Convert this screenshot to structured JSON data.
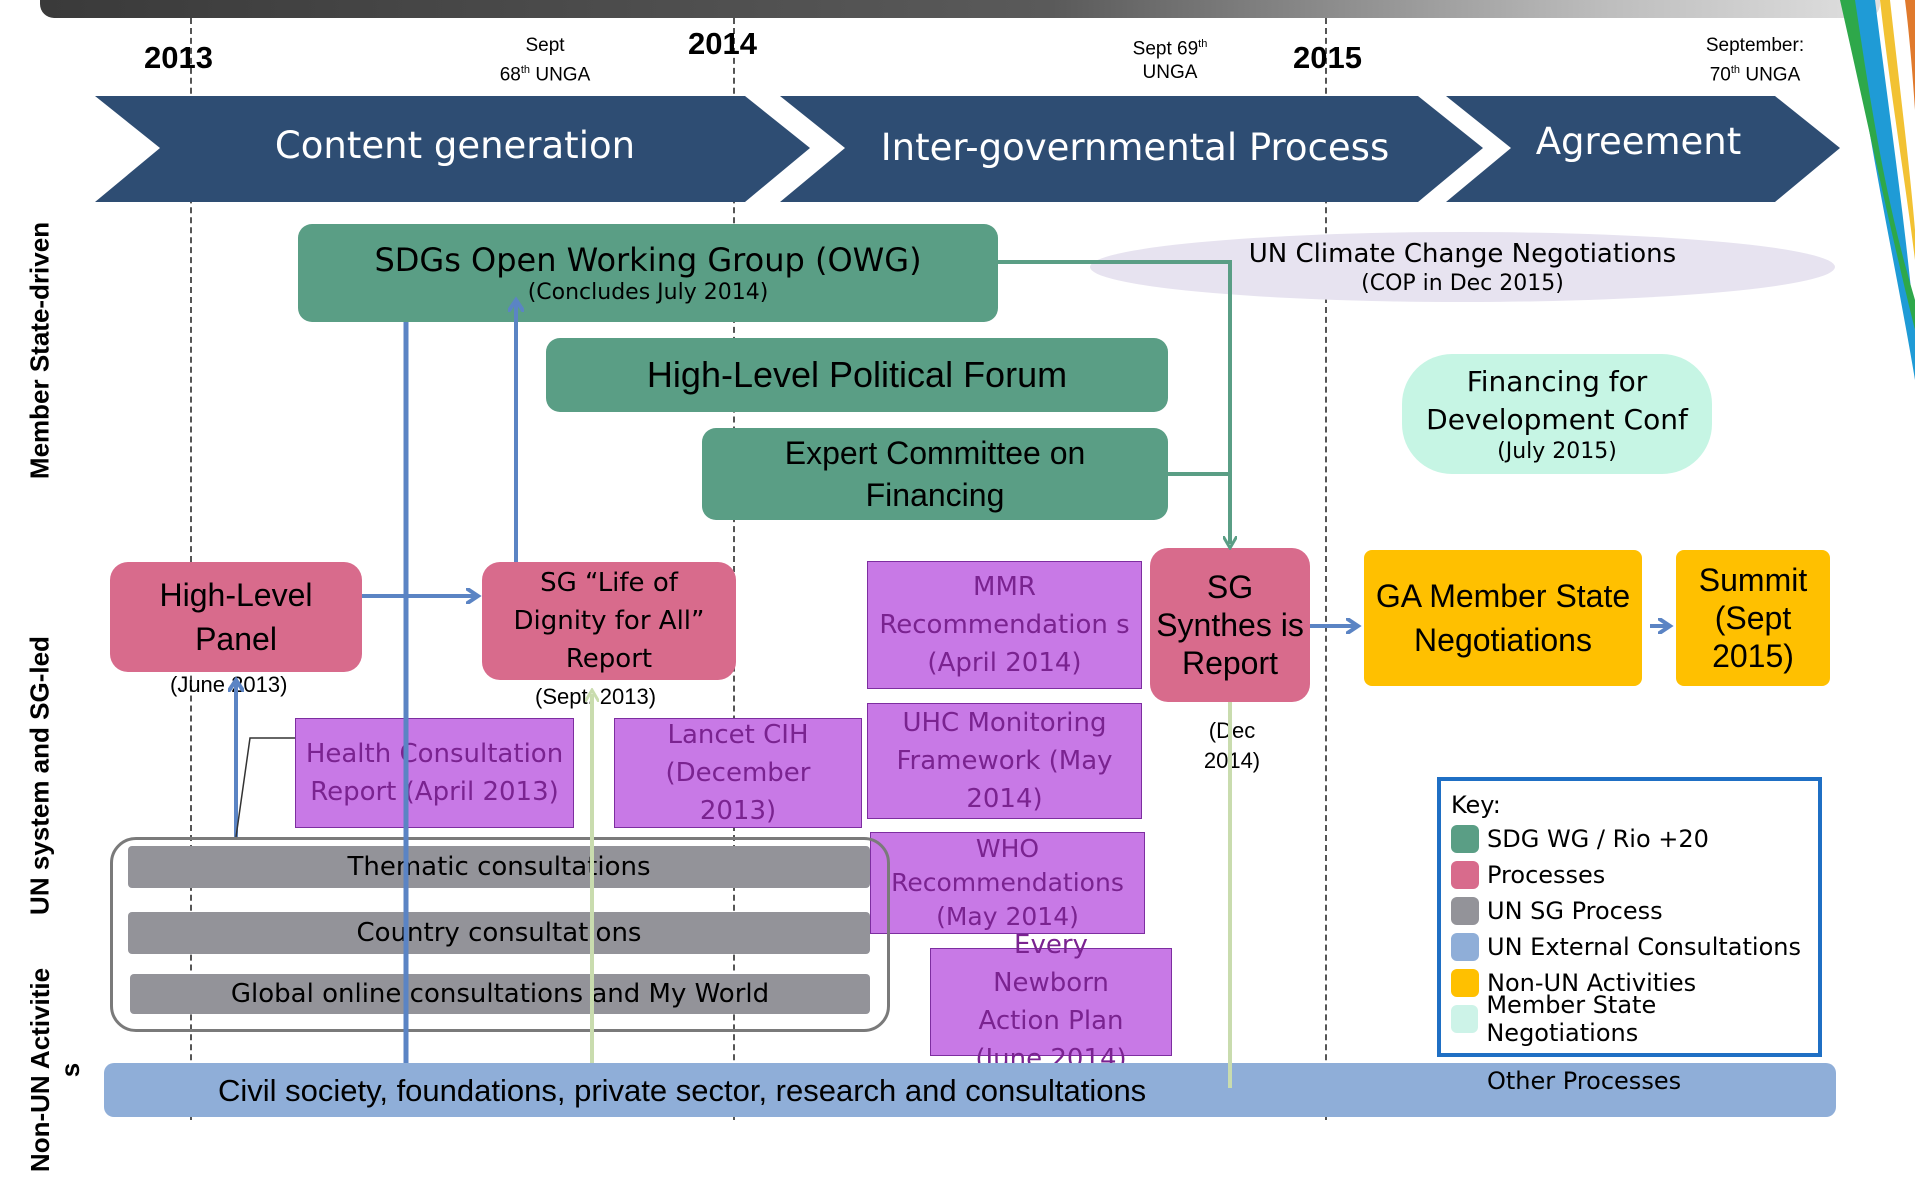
{
  "timeline": {
    "years": [
      "2013",
      "2014",
      "2015"
    ],
    "events": [
      {
        "line1": "Sept",
        "line2": "68",
        "sup": "th",
        "line2b": " UNGA"
      },
      {
        "line1": "Sept 69",
        "sup": "th",
        "line2": "UNGA"
      },
      {
        "line1": "September:",
        "line2": "70",
        "sup": "th",
        "line2b": " UNGA"
      }
    ]
  },
  "phases": [
    "Content generation",
    "Inter-governmental Process",
    "Agreement"
  ],
  "row_labels": [
    "Member State-driven",
    "UN system and SG-led",
    "Non-UN Activitie s"
  ],
  "boxes": {
    "owg": {
      "title": "SDGs Open Working Group (OWG)",
      "sub": "(Concludes July 2014)"
    },
    "climate": {
      "title": "UN Climate Change Negotiations",
      "sub": "(COP in Dec 2015)"
    },
    "hlpf": {
      "title": "High-Level Political Forum"
    },
    "expert": {
      "title": "Expert Committee on Financing"
    },
    "ffd": {
      "title": "Financing for Development Conf",
      "sub": "(July 2015)"
    },
    "hlp": {
      "title": "High-Level Panel",
      "sub": "(June 2013)"
    },
    "sg_report": {
      "title": "SG “Life of Dignity for All” Report",
      "sub": "(Sept. 2013)"
    },
    "synthesis": {
      "title": "SG Synthes is Report",
      "sub": "(Dec 2014)"
    },
    "ga_neg": {
      "title": "GA Member State Negotiations"
    },
    "summit": {
      "title": "Summit (Sept 2015)"
    },
    "health": {
      "title": "Health Consultation Report (April 2013)"
    },
    "lancet": {
      "title": "Lancet CIH (December 2013)"
    },
    "mmr": {
      "title": "MMR Recommendation s (April 2014)"
    },
    "uhc": {
      "title": "UHC Monitoring Framework (May 2014)"
    },
    "who": {
      "title": "WHO Recommendations (May 2014)"
    },
    "newborn": {
      "title": "Every Newborn Action Plan (June 2014)"
    },
    "thematic": {
      "title": "Thematic consultations"
    },
    "country": {
      "title": "Country consultations"
    },
    "global": {
      "title": "Global online consultations and My World"
    },
    "civil": {
      "title": "Civil society, foundations, private sector, research and consultations"
    }
  },
  "key": {
    "title": "Key:",
    "items": [
      {
        "label": "SDG WG / Rio +20",
        "color": "#5a9e85"
      },
      {
        "label": "Processes",
        "color": "#d86b8c"
      },
      {
        "label": "UN SG Process",
        "color": "#939399"
      },
      {
        "label": "UN External Consultations",
        "color": "#8faed8"
      },
      {
        "label": "Non-UN Activities",
        "color": "#ffc000"
      },
      {
        "label": "Member State Negotiations",
        "color": "#cdf3e8"
      }
    ],
    "footer": "Other Processes"
  },
  "colors": {
    "chevron": "#2e4d73",
    "green": "#5a9e85",
    "pink": "#d86b8c",
    "purple": "#c879e6",
    "gray": "#939399",
    "orange": "#ffc000",
    "civil_bar": "#8faed8",
    "arrow": "#5b84c4"
  }
}
